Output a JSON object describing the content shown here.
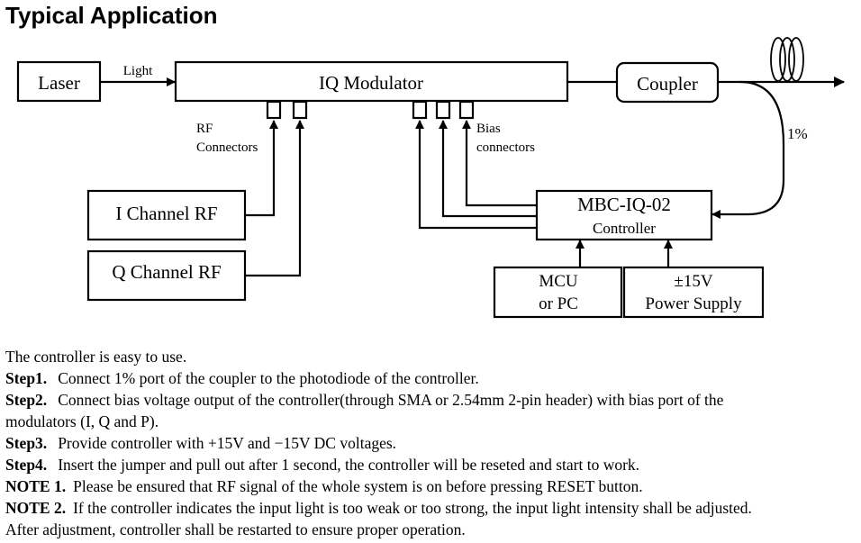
{
  "title": "Typical Application",
  "diagram": {
    "blocks": {
      "laser": "Laser",
      "modulator": "IQ Modulator",
      "coupler": "Coupler",
      "i_channel": "I Channel RF",
      "q_channel": "Q Channel RF",
      "controller_model": "MBC-IQ-02",
      "controller_label": "Controller",
      "mcu_line1": "MCU",
      "mcu_line2": "or PC",
      "power_line1": "±15V",
      "power_line2": "Power Supply"
    },
    "labels": {
      "light": "Light",
      "rf_line1": "RF",
      "rf_line2": "Connectors",
      "bias_line1": "Bias",
      "bias_line2": "connectors",
      "tap_ratio": "1%"
    },
    "icons": [
      "fiber-coil-icon",
      "arrow-icon"
    ]
  },
  "instructions": {
    "intro": "The controller is easy to use.",
    "steps": [
      {
        "label": "Step1.",
        "text": "Connect 1% port of the coupler to the photodiode of the controller."
      },
      {
        "label": "Step2.",
        "text": "Connect bias voltage output of the controller(through SMA or 2.54mm 2-pin header) with bias port of the",
        "continuation": "modulators (I, Q and P)."
      },
      {
        "label": "Step3.",
        "text": "Provide controller with +15V and −15V DC voltages."
      },
      {
        "label": "Step4.",
        "text": "Insert the jumper and pull out after 1 second, the controller will be reseted and start to work."
      }
    ],
    "notes": [
      {
        "label": "NOTE 1.",
        "text": "Please be ensured that RF signal of the whole system is on before pressing RESET button."
      },
      {
        "label": "NOTE 2.",
        "text": "If the controller indicates the input light is too weak or too strong, the input light intensity shall be adjusted.",
        "continuation": "After adjustment, controller shall be restarted to ensure proper operation."
      }
    ]
  }
}
